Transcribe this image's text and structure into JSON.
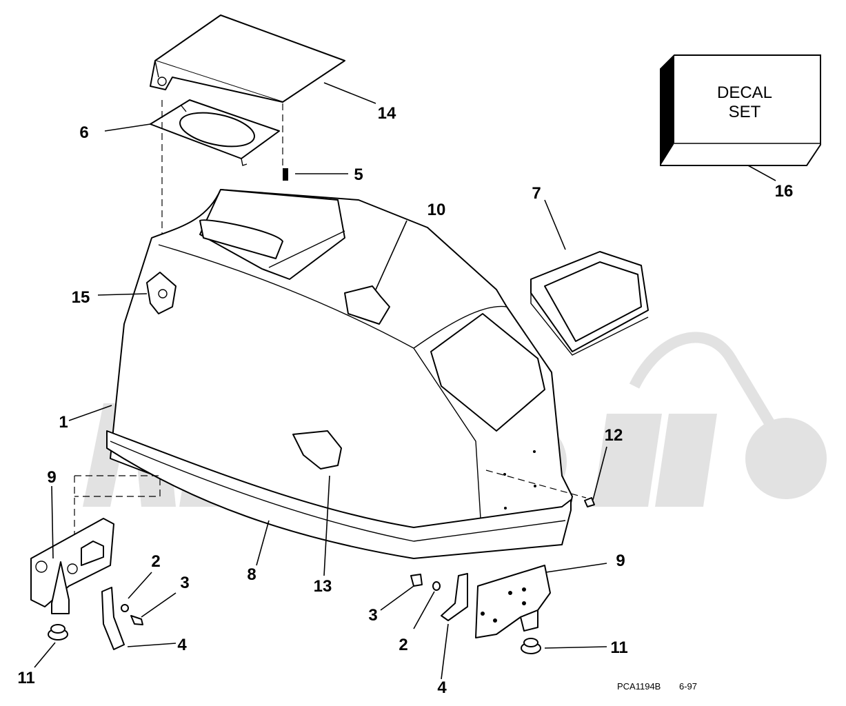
{
  "diagram": {
    "callouts": [
      {
        "id": "c1",
        "label": "1"
      },
      {
        "id": "c2a",
        "label": "2"
      },
      {
        "id": "c2b",
        "label": "2"
      },
      {
        "id": "c3a",
        "label": "3"
      },
      {
        "id": "c3b",
        "label": "3"
      },
      {
        "id": "c4a",
        "label": "4"
      },
      {
        "id": "c4b",
        "label": "4"
      },
      {
        "id": "c5",
        "label": "5"
      },
      {
        "id": "c6",
        "label": "6"
      },
      {
        "id": "c7",
        "label": "7"
      },
      {
        "id": "c8",
        "label": "8"
      },
      {
        "id": "c9a",
        "label": "9"
      },
      {
        "id": "c9b",
        "label": "9"
      },
      {
        "id": "c10",
        "label": "10"
      },
      {
        "id": "c11a",
        "label": "11"
      },
      {
        "id": "c11b",
        "label": "11"
      },
      {
        "id": "c12",
        "label": "12"
      },
      {
        "id": "c13",
        "label": "13"
      },
      {
        "id": "c14",
        "label": "14"
      },
      {
        "id": "c15",
        "label": "15"
      },
      {
        "id": "c16",
        "label": "16"
      }
    ],
    "decal_box": {
      "line1": "DECAL",
      "line2": "SET"
    },
    "reference": {
      "code": "PCA1194B",
      "date": "6-97"
    }
  }
}
